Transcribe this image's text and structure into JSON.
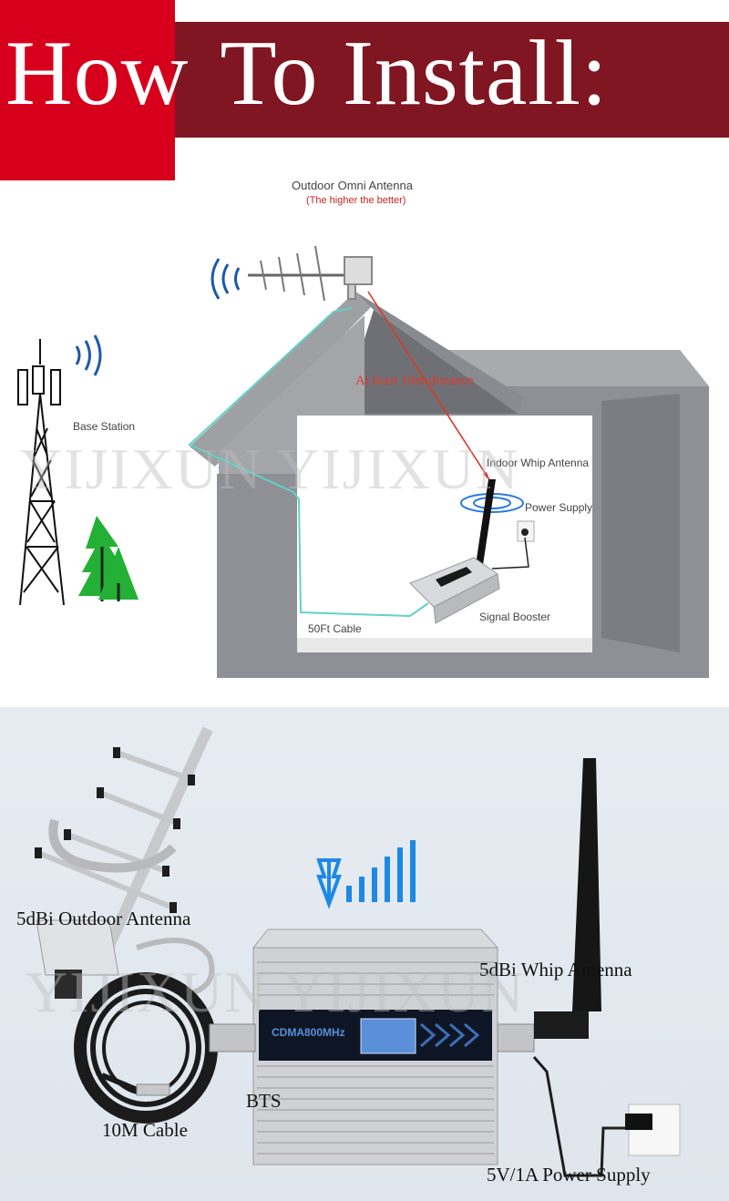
{
  "header": {
    "title_word1": "How",
    "title_word2": "To Install:",
    "colors": {
      "red": "#d6001c",
      "dark_red": "#7f1621",
      "text": "#ffffff"
    }
  },
  "diagram": {
    "outdoor_antenna_label": "Outdoor Omni Antenna",
    "outdoor_antenna_note": "(The higher the better)",
    "base_station_label": "Base Station",
    "distance_label": "At least 10m distance",
    "indoor_antenna_label": "Indoor Whip Antenna",
    "power_supply_label": "Power Supply",
    "signal_booster_label": "Signal Booster",
    "cable_label": "50Ft Cable",
    "watermark": "YIJIXUN YIJIXUN"
  },
  "product": {
    "outdoor_antenna_label": "5dBi Outdoor Antenna",
    "whip_antenna_label": "5dBi  Whip Antenna",
    "cable_label": "10M Cable",
    "bts_label": "BTS",
    "power_label": "5V/1A Power Supply",
    "device_display": "CDMA800MHz",
    "watermark": "YIJIXUN YIJIXUN"
  }
}
